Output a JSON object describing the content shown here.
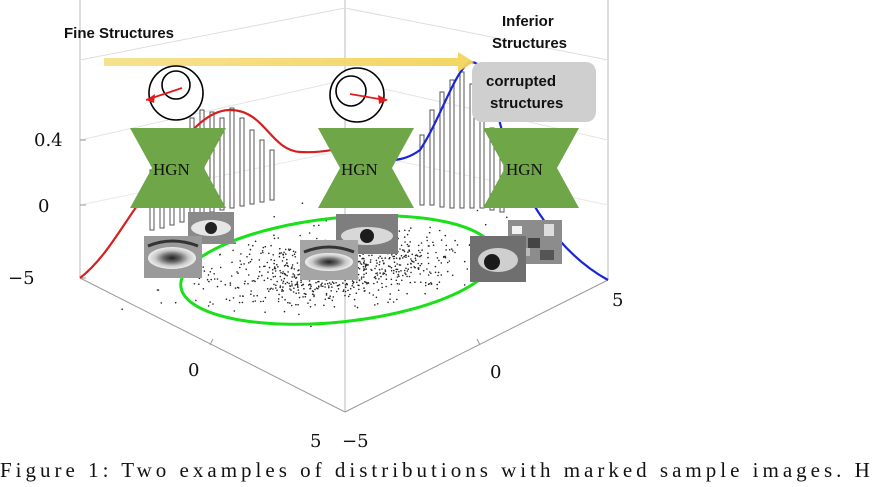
{
  "labels": {
    "fine": "Fine Structures",
    "inferior_line1": "Inferior",
    "inferior_line2": "Structures",
    "corrupted_line1": "corrupted",
    "corrupted_line2": "structures"
  },
  "blocks": [
    "HGN",
    "HGN",
    "HGN"
  ],
  "axis_ticks": {
    "z": [
      "0.4",
      "0",
      "−5"
    ],
    "x_left": [
      "0",
      "5"
    ],
    "x_right": [
      "−5",
      "0",
      "5"
    ]
  },
  "caption": "Figure 1: Two examples of distributions with marked sample images. H"
}
